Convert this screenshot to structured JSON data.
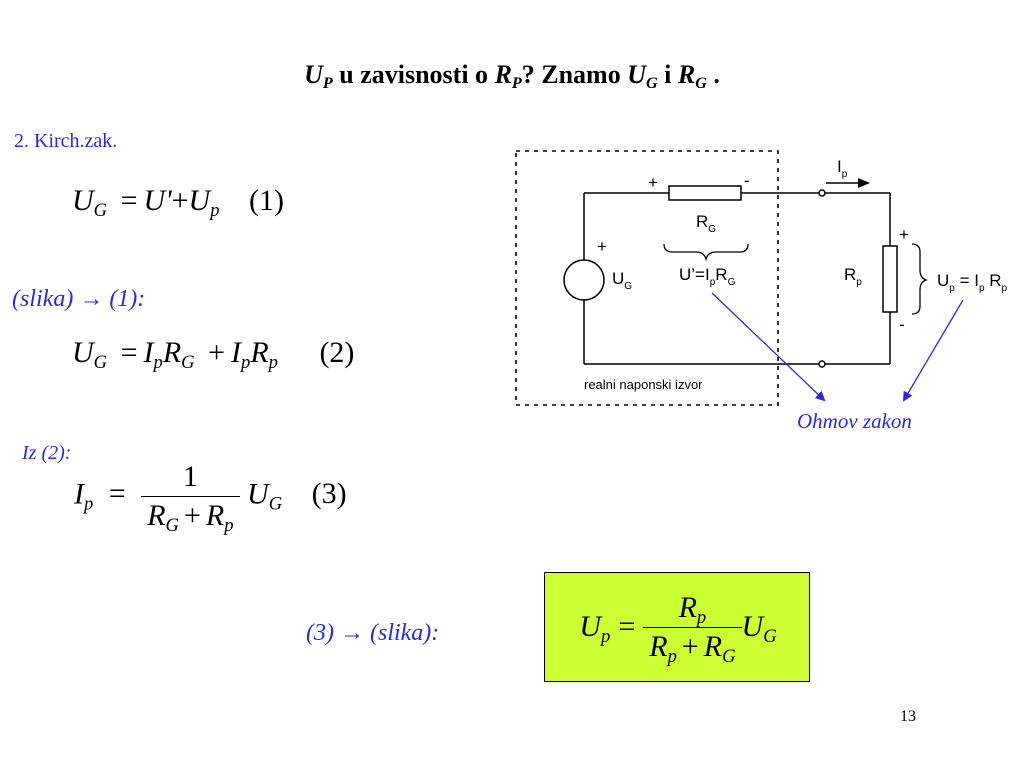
{
  "slide": {
    "title": {
      "up_U": "U",
      "up_sub": "P",
      "text1": " u zavisnosti o ",
      "rp_R": "R",
      "rp_sub": "P",
      "text2": "?   Znamo ",
      "ug_U": "U",
      "ug_sub": "G",
      "text3": " i ",
      "rg_R": "R",
      "rg_sub": "G",
      "text4": " ."
    },
    "kirch_label": "2. Kirch.zak.",
    "eq1": {
      "lhs": "U",
      "lhs_sub": "G",
      "rhs1": "U'",
      "plus": "+",
      "rhs2": "U",
      "rhs2_sub": "p",
      "number": "(1)"
    },
    "slika_to_1": "(slika) → (1):",
    "eq2": {
      "U": "U",
      "U_sub": "G",
      "I1": "I",
      "I1_sub": "p",
      "R1": "R",
      "R1_sub": "G",
      "I2": "I",
      "I2_sub": "p",
      "R2": "R",
      "R2_sub": "p",
      "number": "(2)"
    },
    "iz_2": "Iz (2):",
    "eq3": {
      "I": "I",
      "I_sub": "p",
      "num": "1",
      "den_R1": "R",
      "den_R1_sub": "G",
      "den_R2": "R",
      "den_R2_sub": "p",
      "U": "U",
      "U_sub": "G",
      "number": "(3)"
    },
    "three_to_slika": "(3) → (slika):",
    "eq4": {
      "U": "U",
      "U_sub": "p",
      "num_R": "R",
      "num_R_sub": "p",
      "den_R1": "R",
      "den_R1_sub": "p",
      "den_R2": "R",
      "den_R2_sub": "G",
      "UG": "U",
      "UG_sub": "G"
    },
    "page_number": "13"
  },
  "circuit": {
    "plus_rg": "+",
    "minus_rg": "-",
    "ip_I": "I",
    "ip_sub": "p",
    "rg_R": "R",
    "rg_sub": "G",
    "plus_ug": "+",
    "ug_U": "U",
    "ug_sub": "G",
    "uprime_text": "U’=I",
    "uprime_sub1": "p",
    "uprime_R": "R",
    "uprime_sub2": "G",
    "rp_R": "R",
    "rp_sub": "p",
    "plus_rp": "+",
    "minus_rp": "-",
    "up_U": "U",
    "up_sub1": "p",
    "up_eq": " = I",
    "up_sub2": "p",
    "up_R": " R",
    "up_sub3": "p",
    "source_caption": "realni naponski izvor",
    "ohm_label": "Ohmov zakon"
  },
  "colors": {
    "annotation_blue": "#2b2bd6",
    "highlight_green": "#ccff33"
  }
}
